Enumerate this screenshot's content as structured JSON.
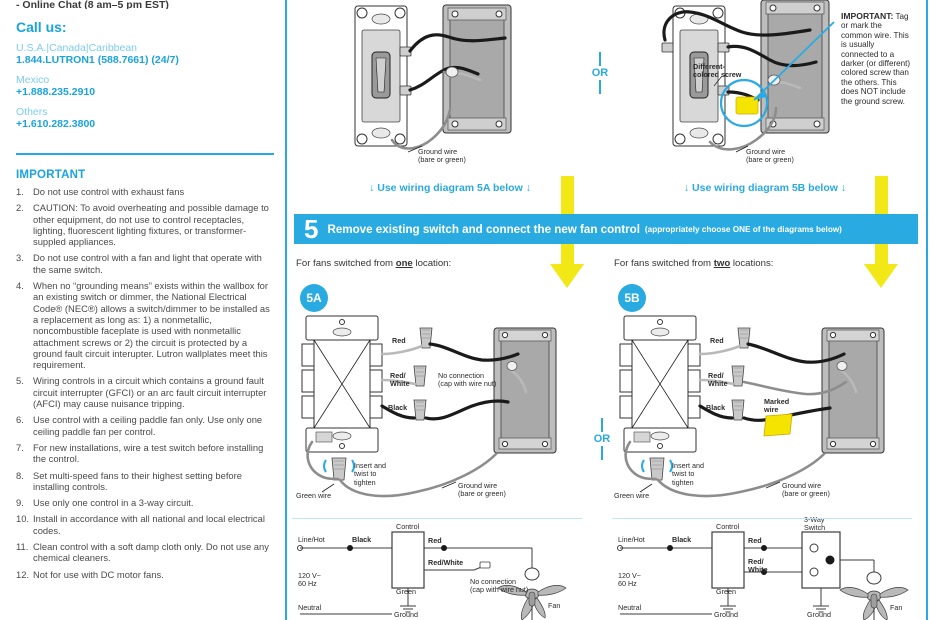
{
  "left": {
    "clipped_line": "- Online Chat (8 am–5 pm EST)",
    "call_us": "Call us:",
    "contacts": [
      {
        "region": "U.S.A.|Canada|Caribbean",
        "phone": "1.844.LUTRON1 (588.7661)  (24/7)"
      },
      {
        "region": "Mexico",
        "phone": "+1.888.235.2910"
      },
      {
        "region": "Others",
        "phone": "+1.610.282.3800"
      }
    ],
    "important_title": "IMPORTANT",
    "notes": [
      {
        "num": "1.",
        "text": "Do not use control with exhaust fans"
      },
      {
        "num": "2.",
        "text": "CAUTION: To avoid overheating and possible damage to other equipment, do not use to control receptacles, lighting, fluorescent lighting fixtures, or transformer-suppled appliances."
      },
      {
        "num": "3.",
        "text": "Do not use control with a fan and light that operate with the same switch."
      },
      {
        "num": "4.",
        "text": "When no “grounding means” exists within the wallbox for an existing switch or dimmer, the National Electrical Code® (NEC®) allows a switch/dimmer to be installed as a replacement as long as: 1) a nonmetallic, noncombustible faceplate is used with nonmetallic attachment screws or 2) the circuit is protected by a ground fault circuit interupter. Lutron wallplates meet this requirement."
      },
      {
        "num": "5.",
        "text": "Wiring controls in a circuit which contains a ground fault circuit interrupter (GFCI) or an arc fault circuit interrupter (AFCI) may cause nuisance tripping."
      },
      {
        "num": "6.",
        "text": "Use control with a ceiling paddle fan only. Use only one ceiling paddle fan per control."
      },
      {
        "num": "7.",
        "text": "For new installations, wire a test switch before installing the control."
      },
      {
        "num": "8.",
        "text": "Set multi-speed fans to their highest setting before installing controls."
      },
      {
        "num": "9.",
        "text": "Use only one control in a 3-way circuit."
      },
      {
        "num": "10.",
        "text": "Install in accordance with all national and local electrical codes."
      },
      {
        "num": "11.",
        "text": "Clean control with a soft damp cloth only. Do not use any chemical cleaners."
      },
      {
        "num": "12.",
        "text": "Not for use with DC motor fans."
      }
    ]
  },
  "dividers": {
    "or_top": "OR",
    "or_bottom": "OR"
  },
  "top_left_diagram": {
    "ground_wire_label": "Ground wire\n(bare or green)",
    "ground_wire_l1": "Ground wire",
    "ground_wire_l2": "(bare or green)",
    "use_diagram": "↓ Use wiring diagram 5A below ↓"
  },
  "top_right_diagram": {
    "different_screw_l1": "Different-",
    "different_screw_l2": "colored screw",
    "ground_wire_l1": "Ground wire",
    "ground_wire_l2": "(bare or green)",
    "use_diagram": "↓ Use wiring diagram 5B below ↓",
    "important_heading": "IMPORTANT:",
    "important_body": "Tag or mark the common wire. This is usually connected to a darker (or different) colored screw than the others. This does NOT include the ground screw."
  },
  "step": {
    "number": "5",
    "title": "Remove existing switch and connect the new fan control",
    "subtitle": "(appropriately choose ONE of the diagrams below)"
  },
  "diagram_5a": {
    "intro_prefix": "For fans switched from ",
    "intro_bold": "one",
    "intro_suffix": " location:",
    "badge": "5A",
    "labels": {
      "red": "Red",
      "red_white_l1": "Red/",
      "red_white_l2": "White",
      "black": "Black",
      "no_connection_l1": "No connection",
      "no_connection_l2": "(cap with wire nut)",
      "insert_l1": "Insert and",
      "insert_l2": "twist to",
      "insert_l3": "tighten",
      "green_wire": "Green wire",
      "ground_l1": "Ground wire",
      "ground_l2": "(bare or green)"
    },
    "schematic": {
      "line_hot": "Line/Hot",
      "black": "Black",
      "control": "Control",
      "red": "Red",
      "red_white": "Red/White",
      "green": "Green",
      "ground": "Ground",
      "volts_l1": "120 V~",
      "volts_l2": "60 Hz",
      "neutral": "Neutral",
      "no_connection_l1": "No connection",
      "no_connection_l2": "(cap with wire nut)",
      "fan": "Fan"
    }
  },
  "diagram_5b": {
    "intro_prefix": "For fans switched from ",
    "intro_bold": "two",
    "intro_suffix": " locations:",
    "badge": "5B",
    "labels": {
      "red": "Red",
      "red_white_l1": "Red/",
      "red_white_l2": "White",
      "black": "Black",
      "marked_wire_l1": "Marked",
      "marked_wire_l2": "wire",
      "insert_l1": "Insert and",
      "insert_l2": "twist to",
      "insert_l3": "tighten",
      "green_wire": "Green wire",
      "ground_l1": "Ground wire",
      "ground_l2": "(bare or green)"
    },
    "schematic": {
      "line_hot": "Line/Hot",
      "black": "Black",
      "control": "Control",
      "red": "Red",
      "red_white_l1": "Red/",
      "red_white_l2": "White",
      "green": "Green",
      "ground": "Ground",
      "ground2": "Ground",
      "volts_l1": "120 V~",
      "volts_l2": "60 Hz",
      "neutral": "Neutral",
      "three_way_l1": "3-Way",
      "three_way_l2": "Switch",
      "fan": "Fan"
    }
  },
  "colors": {
    "accent_blue": "#29abe2",
    "light_blue": "#7ecbee",
    "arrow_yellow": "#f2e816",
    "tag_yellow": "#f5e400"
  }
}
